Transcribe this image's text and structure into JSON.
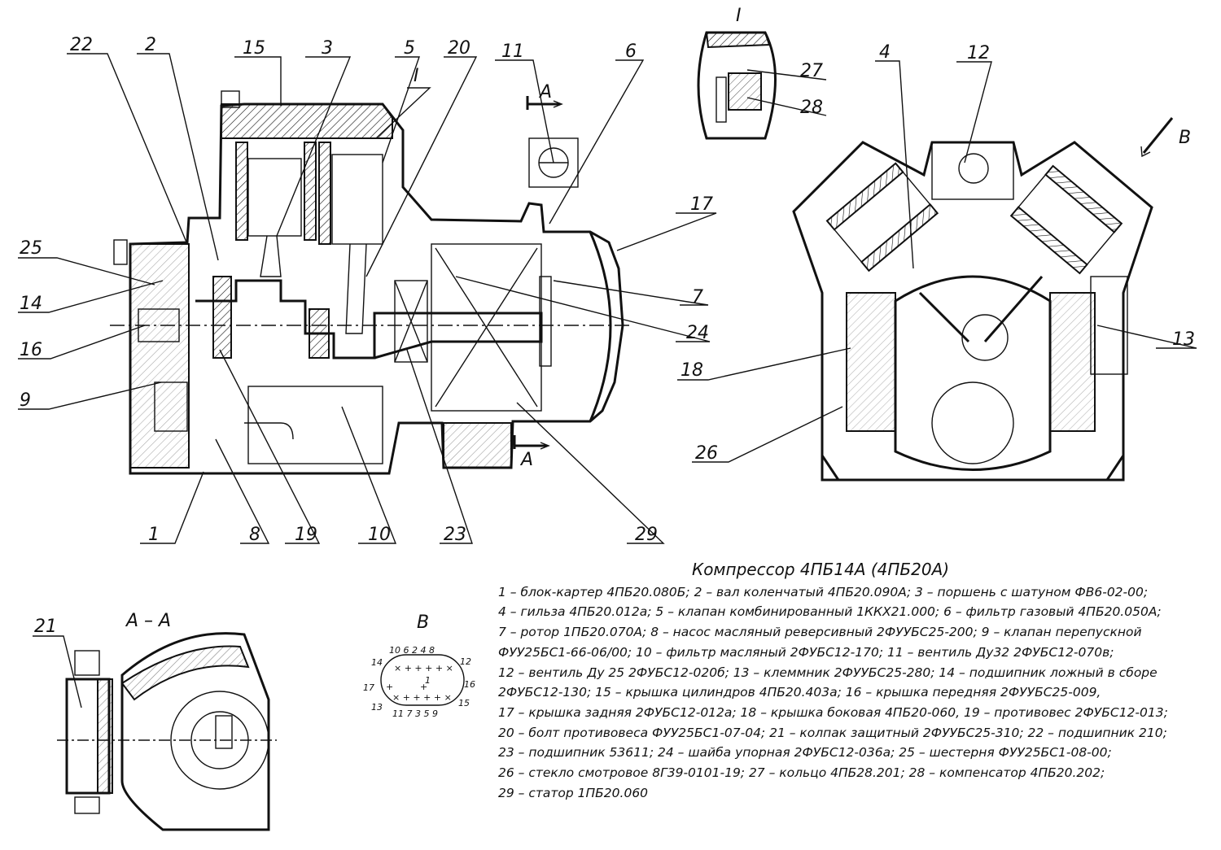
{
  "title": "Компрессор 4ПБ14А (4ПБ20А)",
  "legend_lines": [
    "1 – блок-картер 4ПБ20.080Б; 2 – вал коленчатый 4ПБ20.090А;  3 – поршень с шатуном ФВ6-02-00;",
    "4 – гильза 4ПБ20.012а;  5 – клапан комбинированный 1ККХ21.000;  6 – фильтр газовый 4ПБ20.050А;",
    "7 – ротор 1ПБ20.070А;    8 – насос масляный реверсивный 2ФУУБС25-200; 9 – клапан перепускной",
    "ФУУ25БС1-66-06/00; 10 – фильтр масляный 2ФУБС12-170; 11 –  вентиль Ду32 2ФУБС12-070в;",
    "12 – вентиль Ду 25 2ФУБС12-020б; 13 – клеммник 2ФУУБС25-280; 14 – подшипник ложный в сборе",
    "2ФУБС12-130; 15 – крышка цилиндров 4ПБ20.403а; 16 – крышка передняя 2ФУУБС25-009,",
    "17 – крышка задняя 2ФУБС12-012а;  18 – крышка боковая 4ПБ20-060, 19 – противовес 2ФУБС12-013;",
    "20 – болт противовеса ФУУ25БС1-07-04; 21 – колпак защитный 2ФУУБС25-310; 22 – подшипник 210;",
    "23 – подшипник 53611; 24 – шайба упорная 2ФУБС12-036а; 25 – шестерня ФУУ25БС1-08-00;",
    "26 – стекло смотровое 8Г39-0101-19; 27 – кольцо 4ПБ28.201; 28 – компенсатор 4ПБ20.202;",
    "29 – статор 1ПБ20.060"
  ],
  "callouts": {
    "c22": "22",
    "c2": "2",
    "c15": "15",
    "c3": "3",
    "c5": "5",
    "c20": "20",
    "cI": "I",
    "c11": "11",
    "c6": "6",
    "c25": "25",
    "c14": "14",
    "c16": "16",
    "c9": "9",
    "c17": "17",
    "c7": "7",
    "c24": "24",
    "c1": "1",
    "c8": "8",
    "c19": "19",
    "c10": "10",
    "c23": "23",
    "c29": "29",
    "c4": "4",
    "c12": "12",
    "c13": "13",
    "c18": "18",
    "c26": "26",
    "c27": "27",
    "c28": "28",
    "c21": "21"
  },
  "section_marks": {
    "a_top": "А",
    "a_bottom": "А",
    "detail": "I",
    "view_b": "В",
    "section_aa": "А – А",
    "view_b_title": "В"
  },
  "terminal_block": {
    "top": "10 6 2 4 8",
    "bottom": "11 7 3 5 9",
    "left_top": "14",
    "left_mid": "17",
    "left_bot": "13",
    "right_top": "12",
    "right_mid": "16",
    "right_bot": "15",
    "center": "1"
  }
}
